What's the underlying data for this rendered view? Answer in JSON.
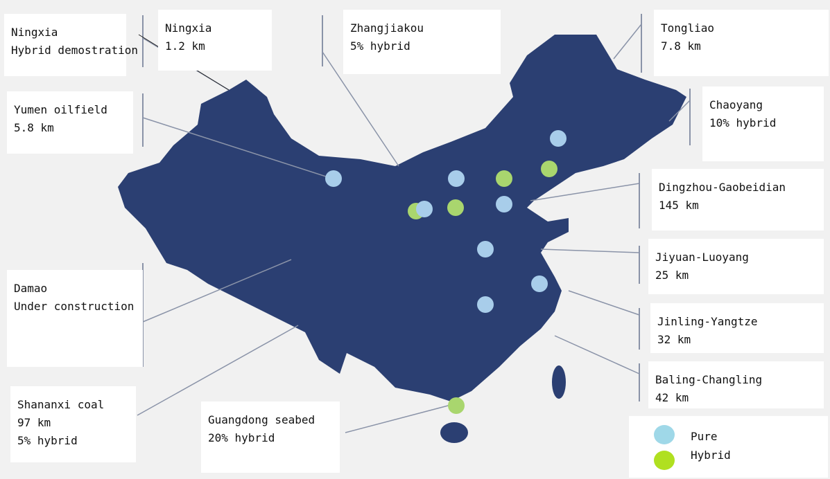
{
  "colors": {
    "map_fill": "#2b3f72",
    "pure": "#a8cdea",
    "hybrid": "#a9d66e",
    "legend_pure": "#9fd8e8",
    "legend_hybrid": "#b0e020",
    "leader_line": "#8a93a8"
  },
  "labels": [
    {
      "id": "ningxia-demo",
      "lines": [
        "Ningxia",
        "Hybrid demostration"
      ]
    },
    {
      "id": "ningxia",
      "lines": [
        "Ningxia",
        "1.2 km"
      ]
    },
    {
      "id": "zhangjiakou",
      "lines": [
        "Zhangjiakou",
        "5% hybrid"
      ]
    },
    {
      "id": "tongliao",
      "lines": [
        "Tongliao",
        "7.8 km"
      ]
    },
    {
      "id": "chaoyang",
      "lines": [
        "Chaoyang",
        "10% hybrid"
      ]
    },
    {
      "id": "yumen",
      "lines": [
        "Yumen oilfield",
        "5.8 km"
      ]
    },
    {
      "id": "dingzhou",
      "lines": [
        "Dingzhou-Gaobeidian",
        "145 km"
      ]
    },
    {
      "id": "jiyuan",
      "lines": [
        "Jiyuan-Luoyang",
        "25 km"
      ]
    },
    {
      "id": "damao",
      "lines": [
        "Damao",
        "Under construction"
      ]
    },
    {
      "id": "jinling",
      "lines": [
        "Jinling-Yangtze",
        "32 km"
      ]
    },
    {
      "id": "baling",
      "lines": [
        "Baling-Changling",
        "42 km"
      ]
    },
    {
      "id": "shananxi",
      "lines": [
        "Shananxi coal",
        "97 km",
        "5% hybrid"
      ]
    },
    {
      "id": "guangdong",
      "lines": [
        "Guangdong seabed",
        "20% hybrid"
      ]
    }
  ],
  "legend": {
    "pure": "Pure",
    "hybrid": "Hybrid"
  }
}
